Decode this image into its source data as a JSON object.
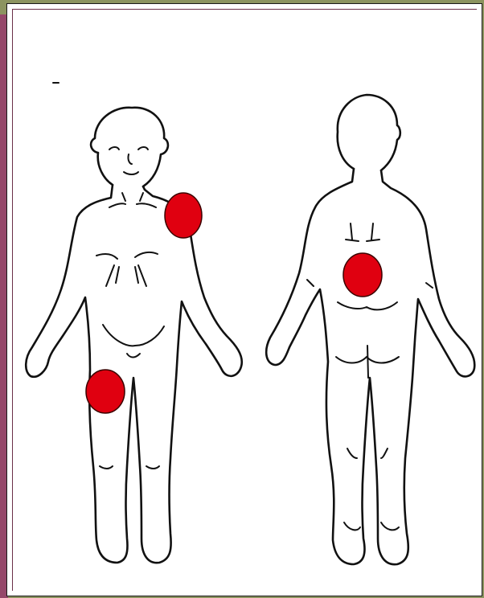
{
  "figure": {
    "views": [
      "front",
      "back"
    ],
    "marker_color": "#e00010",
    "markers": [
      {
        "view": "front",
        "region": "left-shoulder"
      },
      {
        "view": "front",
        "region": "right-thigh"
      },
      {
        "view": "back",
        "region": "lower-back"
      }
    ]
  }
}
